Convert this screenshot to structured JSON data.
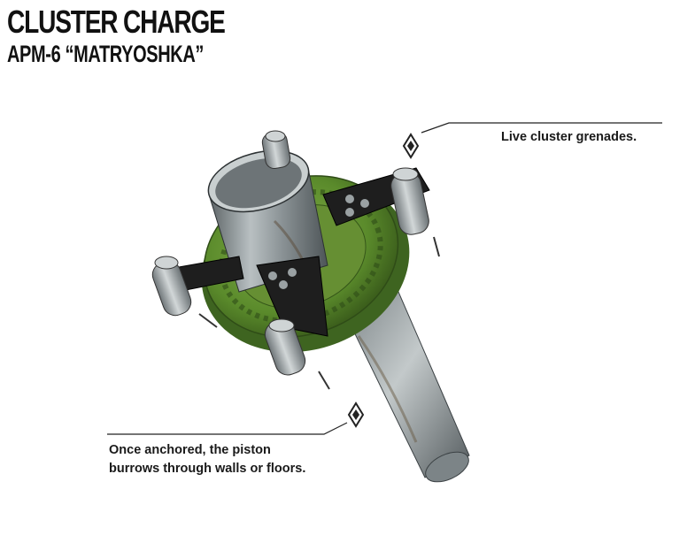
{
  "header": {
    "title": "CLUSTER CHARGE",
    "subtitle": "APM-6 “MATRYOSHKA”"
  },
  "callouts": {
    "grenades": "Live cluster grenades.",
    "piston": "Once anchored, the piston burrows through walls or floors."
  },
  "colors": {
    "text": "#111111",
    "body_green": "#5d8a2e",
    "metal": "#8f979a",
    "bracket": "#1e1e1e"
  },
  "icons": {
    "callout_marker": "diamond-marker-icon"
  }
}
